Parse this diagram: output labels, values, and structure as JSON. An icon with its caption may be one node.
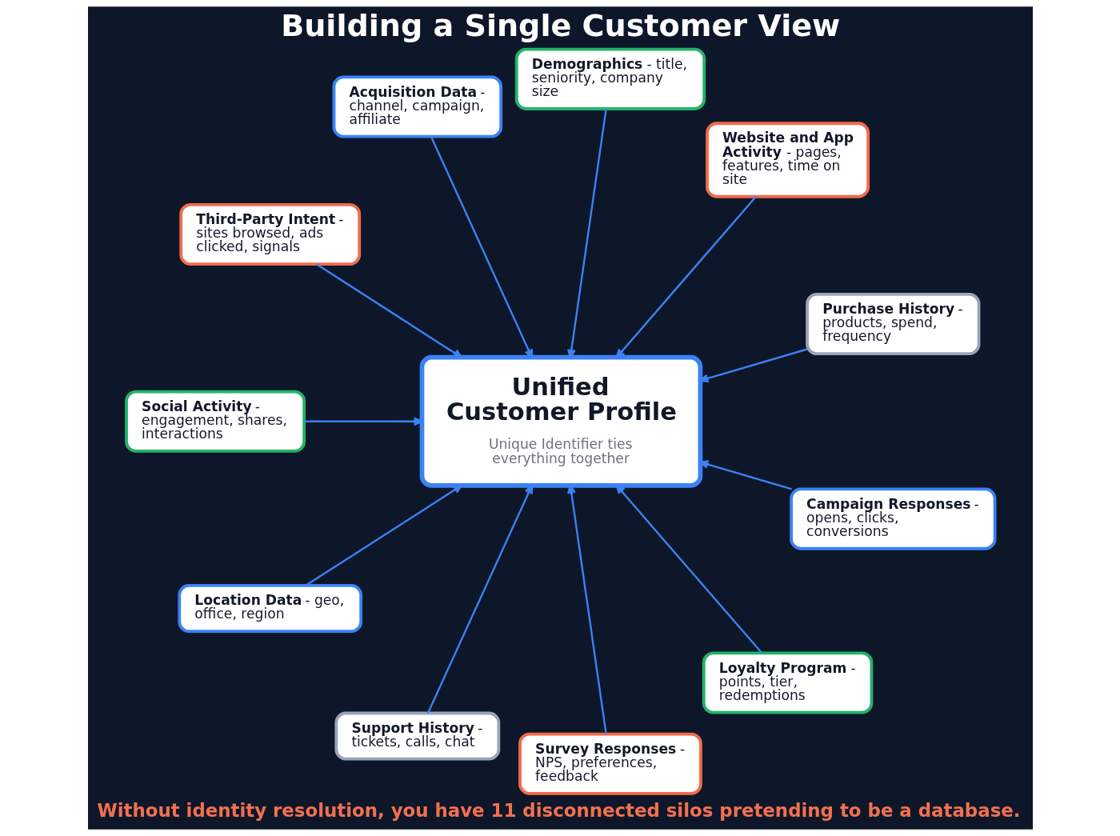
{
  "diagram": {
    "title": "Building a Single Customer View",
    "caption": "Without identity resolution, you have 11 disconnected silos pretending to be a database.",
    "nodes": [
      {
        "text": [
          "Acquisition Data",
          "- channel, campaign, affiliate"
        ]
      },
      {
        "text": [
          "Demographics",
          "- title, seniority, company size"
        ]
      },
      {
        "text": [
          "Website and App Activity",
          "- pages, features, time on site"
        ]
      },
      {
        "text": [
          "Third-Party Intent",
          "- sites browsed, ads clicked, signals"
        ]
      },
      {
        "text": [
          "Unified Customer Profile",
          "Unique Identifier ties everything together"
        ]
      },
      {
        "text": [
          "Purchase History",
          "- products, spend, frequency"
        ]
      },
      {
        "text": [
          "Social Activity",
          "- engagement, shares, interactions"
        ]
      },
      {
        "text": [
          "Campaign Responses",
          "- opens, clicks, conversions"
        ]
      },
      {
        "text": [
          "Location Data",
          "- geo, office, region"
        ]
      },
      {
        "text": [
          "Loyalty Program",
          "- points, tier, redemptions"
        ]
      },
      {
        "text": [
          "Support History",
          "- tickets, calls, chat"
        ]
      },
      {
        "text": [
          "Survey Responses",
          "- NPS, preferences, feedback"
        ]
      }
    ],
    "edges": [
      {
        "from": 0,
        "to": 4,
        "arrow": "to"
      },
      {
        "from": 1,
        "to": 4,
        "arrow": "to"
      },
      {
        "from": 2,
        "to": 4,
        "arrow": "to"
      },
      {
        "from": 5,
        "to": 4,
        "arrow": "to"
      },
      {
        "from": 7,
        "to": 4,
        "arrow": "to"
      },
      {
        "from": 9,
        "to": 4,
        "arrow": "to"
      },
      {
        "from": 11,
        "to": 4,
        "arrow": "to"
      },
      {
        "from": 10,
        "to": 4,
        "arrow": "to"
      },
      {
        "from": 8,
        "to": 4,
        "arrow": "to"
      },
      {
        "from": 6,
        "to": 4,
        "arrow": "to"
      },
      {
        "from": 3,
        "to": 4,
        "arrow": "to"
      }
    ]
  }
}
